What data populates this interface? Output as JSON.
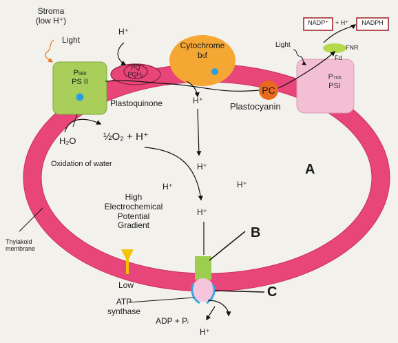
{
  "labels": {
    "stroma": "Stroma",
    "stroma_sub": "(low H⁺)",
    "light_left": "Light",
    "ps2_p": "P",
    "ps2_p_sub": "680",
    "ps2_name": "PS II",
    "pq_top": "PQ",
    "pq_bottom": "PQH₂",
    "plastoquinone": "Plastoquinone",
    "h_top": "H⁺",
    "cytochrome": "Cytochrome",
    "b6f": "b",
    "b6f_sub": "6",
    "b6f_tail": "f",
    "h_under_cyt": "H⁺",
    "pc": "PC",
    "plastocyanin": "Plastocyanin",
    "light_right": "Light",
    "nadp_plus": "NADP⁺",
    "plus_h": "+ H⁺",
    "nadph": "NADPH",
    "fnr": "FNR",
    "fd": "Fd",
    "ps1_p": "P",
    "ps1_p_sub": "700",
    "ps1_name": "PSI",
    "water": "H₂O",
    "half_o2": "½O₂ + H⁺",
    "oxidation": "Oxidation of water",
    "h_mid": "H⁺",
    "h_left": "H⁺",
    "h_right": "H⁺",
    "h_low": "H⁺",
    "gradient_1": "High",
    "gradient_2": "Electrochemical",
    "gradient_3": "Potential",
    "gradient_4": "Gradient",
    "low": "Low",
    "thylakoid_1": "Thylakoid",
    "thylakoid_2": "membrane",
    "atp_synthase_1": "ATP",
    "atp_synthase_2": "synthase",
    "adp": "ADP + P",
    "adp_sub": "i",
    "h_out": "H⁺",
    "marker_a": "A",
    "marker_b": "B",
    "marker_c": "C"
  },
  "colors": {
    "membrane": "#e8457a",
    "ps2": "#a9cf5a",
    "ps1": "#f3bfd3",
    "cytochrome": "#f5a733",
    "plastocyanin": "#ea6a1d",
    "electron_dot": "#2a9fe0",
    "atp_synthase_top": "#9ccd4f",
    "atp_synthase_bottom": "#f5c5dc",
    "nadp_box": "#9d1c22"
  }
}
